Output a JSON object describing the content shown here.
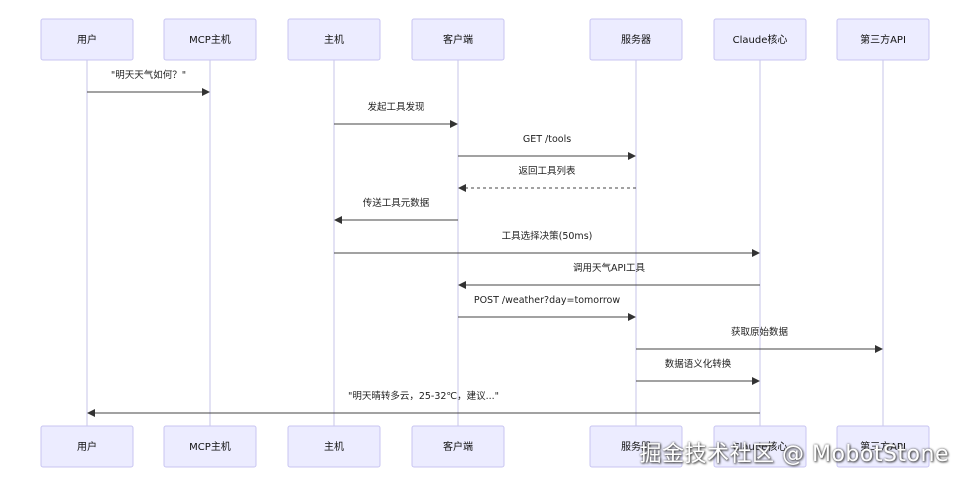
{
  "participants": [
    {
      "id": "user",
      "label": "用户"
    },
    {
      "id": "mcp",
      "label": "MCP主机"
    },
    {
      "id": "host",
      "label": "主机"
    },
    {
      "id": "client",
      "label": "客户端"
    },
    {
      "id": "server",
      "label": "服务器"
    },
    {
      "id": "claude",
      "label": "Claude核心"
    },
    {
      "id": "api",
      "label": "第三方API"
    }
  ],
  "messages": [
    {
      "from": "user",
      "to": "mcp",
      "label": "\"明天天气如何？\"",
      "style": "solid"
    },
    {
      "from": "host",
      "to": "client",
      "label": "发起工具发现",
      "style": "solid"
    },
    {
      "from": "client",
      "to": "server",
      "label": "GET /tools",
      "style": "solid"
    },
    {
      "from": "server",
      "to": "client",
      "label": "返回工具列表",
      "style": "dashed"
    },
    {
      "from": "client",
      "to": "host",
      "label": "传送工具元数据",
      "style": "solid"
    },
    {
      "from": "host",
      "to": "claude",
      "label": "工具选择决策(50ms)",
      "style": "solid"
    },
    {
      "from": "claude",
      "to": "client",
      "label": "调用天气API工具",
      "style": "solid"
    },
    {
      "from": "client",
      "to": "server",
      "label": "POST /weather?day=tomorrow",
      "style": "solid"
    },
    {
      "from": "server",
      "to": "api",
      "label": "获取原始数据",
      "style": "solid"
    },
    {
      "from": "server",
      "to": "claude",
      "label": "数据语义化转换",
      "style": "solid"
    },
    {
      "from": "claude",
      "to": "user",
      "label": "\"明天晴转多云，25-32℃，建议...\"",
      "style": "solid"
    }
  ],
  "watermark": "掘金技术社区 @ MobotStone"
}
